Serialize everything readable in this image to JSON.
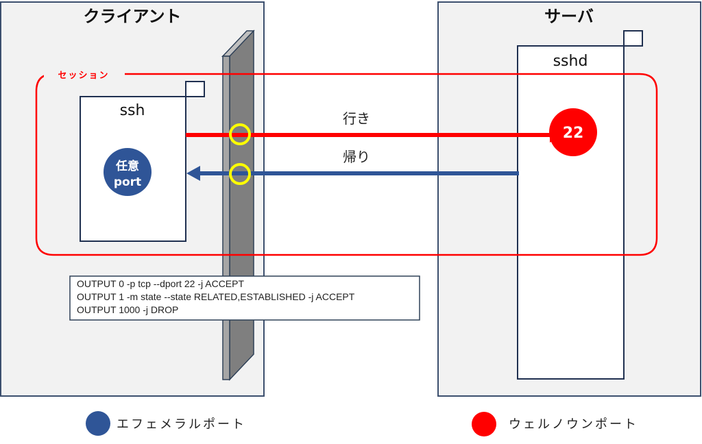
{
  "client": {
    "title": "クライアント",
    "process": "ssh",
    "port_line1": "任意",
    "port_line2": "port"
  },
  "server": {
    "title": "サーバ",
    "process": "sshd",
    "port": "22"
  },
  "session": {
    "label": "セッション"
  },
  "flows": {
    "outbound": "行き",
    "inbound": "帰り"
  },
  "firewall_rules": [
    "OUTPUT 0  -p tcp --dport 22 -j ACCEPT",
    "OUTPUT 1  -m state --state RELATED,ESTABLISHED -j ACCEPT",
    "OUTPUT 1000 -j DROP"
  ],
  "legend": {
    "ephemeral": {
      "label": "エフェメラルポート",
      "color": "#2f5597"
    },
    "well_known": {
      "label": "ウェルノウンポート",
      "color": "#ff0000"
    }
  },
  "colors": {
    "box_fill": "#f2f2f2",
    "border": "#2e4057",
    "session": "#ff0000",
    "outbound": "#ff0000",
    "inbound": "#2f5597",
    "checkpoint": "#ffff00",
    "firewall_front": "#a6a6a6",
    "firewall_side": "#7f7f7f"
  }
}
